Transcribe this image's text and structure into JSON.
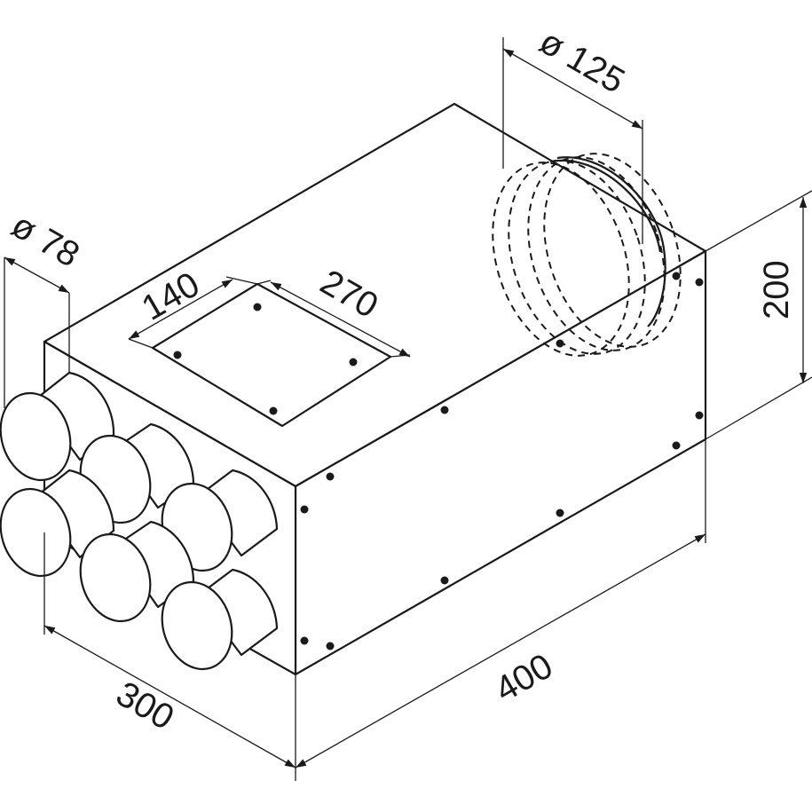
{
  "dimensions": {
    "spigot_diameter": "ø 78",
    "main_duct_diameter": "ø 125",
    "cutout_width": "140",
    "cutout_length": "270",
    "height": "200",
    "width": "300",
    "length": "400"
  },
  "colors": {
    "line": "#1a1a1a",
    "background": "#ffffff"
  }
}
